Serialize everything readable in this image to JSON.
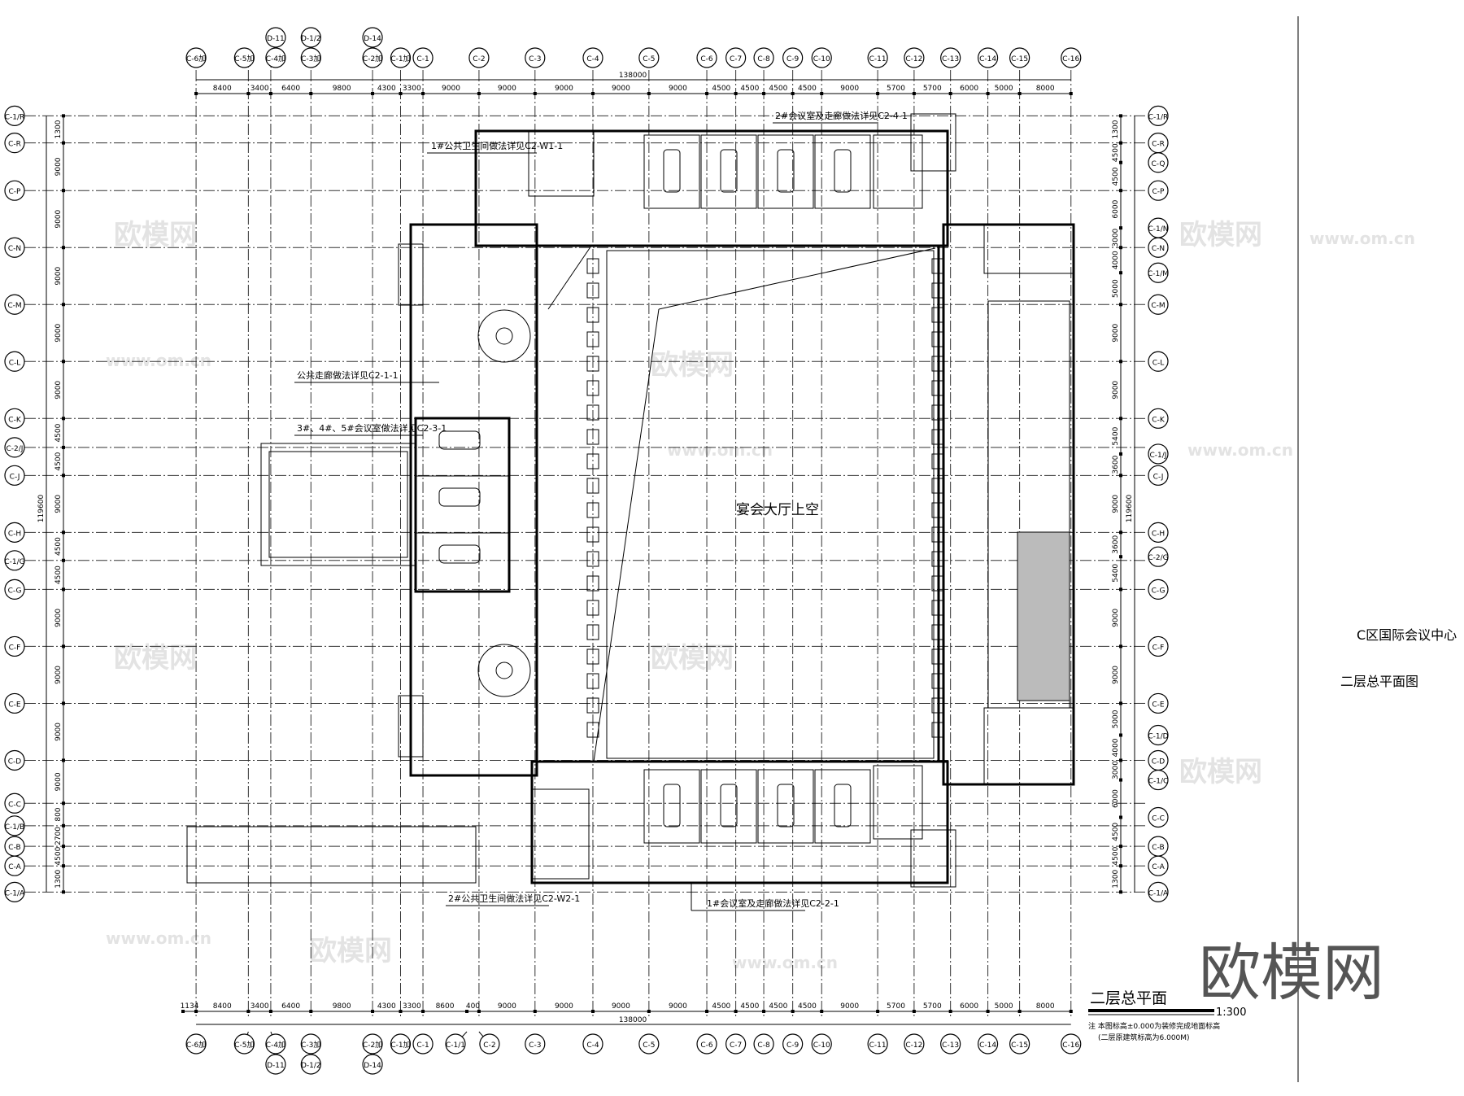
{
  "drawing": {
    "hall_label": "宴会大厅上空",
    "title": "二层总平面",
    "scale": "1:300",
    "note_line1": "注  本图标高±0.000为装修完成地面标高",
    "note_line2": "(二层原建筑标高为6.000M)",
    "title_block": {
      "project": "C区国际会议中心",
      "sheet": "二层总平面图"
    },
    "watermark_logo": "欧模网",
    "watermark_url": "www.om.cn"
  },
  "annotations": [
    "1#公共卫生间做法详见C2-W1-1",
    "2#会议室及走廊做法详见C2-4-1",
    "公共走廊做法详见C2-1-1",
    "3#、4#、5#会议室做法详见C2-3-1",
    "2#公共卫生间做法详见C2-W2-1",
    "1#会议室及走廊做法详见C2-2-1"
  ],
  "axes": {
    "top_columns": [
      "C-6加",
      "C-5加",
      "C-4加",
      "C-3加",
      "C-2加",
      "C-1加",
      "C-1",
      "C-2",
      "C-3",
      "C-4",
      "C-5",
      "C-6",
      "C-7",
      "C-8",
      "C-9",
      "C-10",
      "C-11",
      "C-12",
      "C-13",
      "C-14",
      "C-15",
      "C-16"
    ],
    "top_secondary": [
      "D-11",
      "D-1/2",
      "D-14"
    ],
    "bottom_columns": [
      "C-6加",
      "C-5加",
      "C-4加",
      "C-3加",
      "C-2加",
      "C-1加",
      "C-1",
      "C-1/1",
      "C-2",
      "C-3",
      "C-4",
      "C-5",
      "C-6",
      "C-7",
      "C-8",
      "C-9",
      "C-10",
      "C-11",
      "C-12",
      "C-13",
      "C-14",
      "C-15",
      "C-16"
    ],
    "bottom_secondary": [
      "D-11",
      "D-1/2",
      "D-14"
    ],
    "left_rows": [
      "C-1/R",
      "C-R",
      "C-P",
      "C-N",
      "C-M",
      "C-L",
      "C-K",
      "C-2/J",
      "C-J",
      "C-H",
      "C-1/G",
      "C-G",
      "C-F",
      "C-E",
      "C-D",
      "C-C",
      "C-1/B",
      "C-B",
      "C-A",
      "C-1/A"
    ],
    "right_rows": [
      "C-1/R",
      "C-R",
      "C-Q",
      "C-P",
      "C-1/N",
      "C-N",
      "C-1/M",
      "C-M",
      "C-L",
      "C-K",
      "C-1/J",
      "C-J",
      "C-H",
      "C-2/G",
      "C-G",
      "C-F",
      "C-E",
      "C-1/D",
      "C-D",
      "C-1/C",
      "C-C",
      "C-B",
      "C-A",
      "C-1/A"
    ]
  },
  "dimensions": {
    "top": [
      "8400",
      "3400",
      "6400",
      "9800",
      "4300",
      "3300",
      "9000",
      "9000",
      "9000",
      "9000",
      "9000",
      "4500",
      "4500",
      "4500",
      "4500",
      "9000",
      "5700",
      "5700",
      "6000",
      "5000",
      "8000"
    ],
    "top_total": "138000",
    "bottom_offset": "1134",
    "bottom": [
      "8400",
      "3400",
      "6400",
      "9800",
      "4300",
      "3300",
      "8600",
      "400",
      "9000",
      "9000",
      "9000",
      "9000",
      "4500",
      "4500",
      "4500",
      "4500",
      "9000",
      "5700",
      "5700",
      "6000",
      "5000",
      "8000"
    ],
    "bottom_total": "138000",
    "left": [
      "1300",
      "9000",
      "9000",
      "9000",
      "9000",
      "9000",
      "4500",
      "4500",
      "9000",
      "4500",
      "4500",
      "9000",
      "9000",
      "9000",
      "9000",
      "800",
      "2700",
      "4500",
      "1300"
    ],
    "left_total": "119600",
    "right": [
      "1300",
      "4500",
      "4500",
      "6000",
      "3000",
      "4000",
      "5000",
      "9000",
      "9000",
      "5400",
      "3600",
      "9000",
      "3600",
      "5400",
      "9000",
      "9000",
      "5000",
      "4000",
      "3000",
      "6000",
      "4500",
      "4500",
      "1300"
    ],
    "right_total": "119600"
  }
}
